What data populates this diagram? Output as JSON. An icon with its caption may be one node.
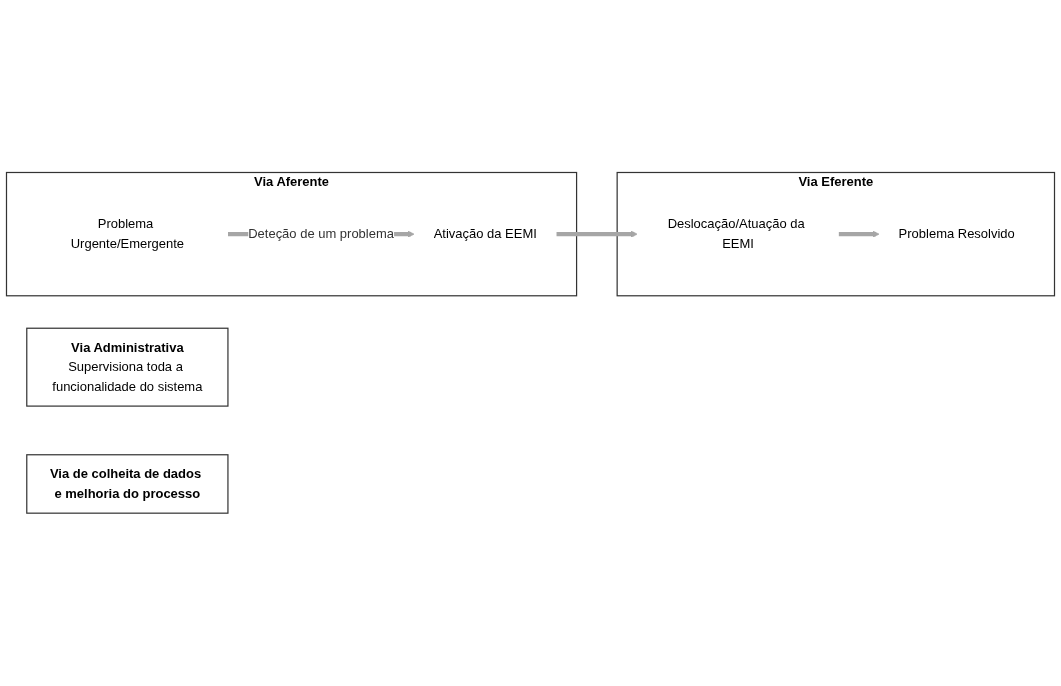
{
  "diagram": {
    "nodes": [
      {
        "text": [
          "Via Aferente"
        ]
      },
      {
        "text": [
          "Problema Urgente/Emergente"
        ],
        "in": 0
      },
      {
        "text": [
          "Ativação da EEMI"
        ],
        "in": 0
      },
      {
        "text": [
          "Via Eferente"
        ]
      },
      {
        "text": [
          "Deslocação/Atuação da EEMI"
        ],
        "in": 3
      },
      {
        "text": [
          "Problema Resolvido"
        ],
        "in": 3
      },
      {
        "text": [
          "Via Administrativa",
          "Supervisiona toda a funcionalidade do sistema"
        ]
      },
      {
        "text": [
          "Via de colheita de dados e melhoria do processo"
        ]
      }
    ],
    "edges": [
      {
        "from": 1,
        "to": 2,
        "arrow": "to",
        "label": "Deteção de um problema"
      },
      {
        "from": 2,
        "to": 4,
        "arrow": "to"
      },
      {
        "from": 4,
        "to": 5,
        "arrow": "to"
      }
    ]
  }
}
